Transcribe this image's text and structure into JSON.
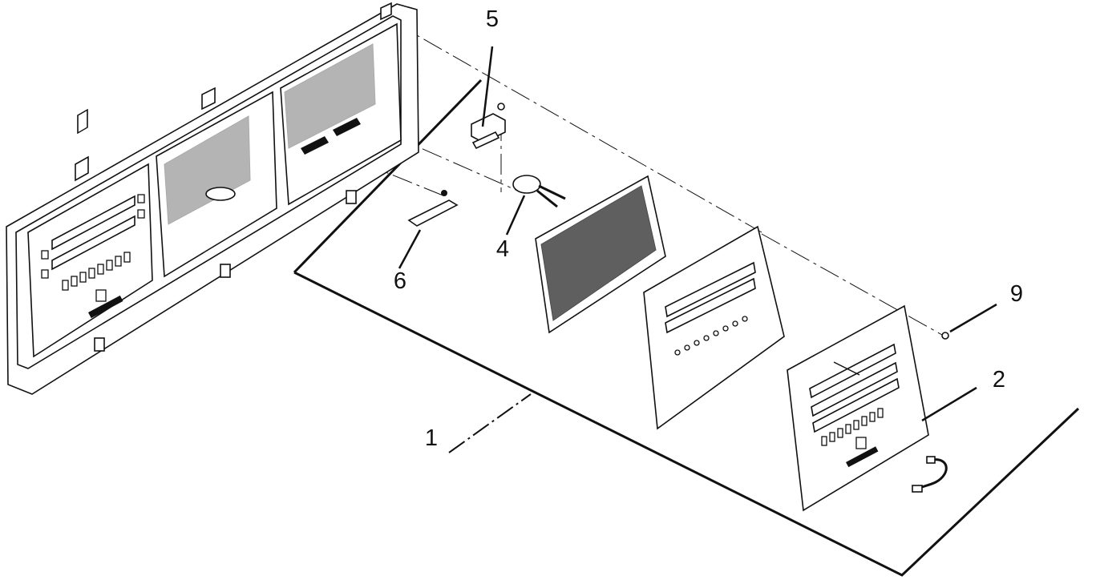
{
  "diagram": {
    "kind": "exploded parts view",
    "callouts": [
      {
        "id": "1",
        "text": "1"
      },
      {
        "id": "2",
        "text": "2"
      },
      {
        "id": "4",
        "text": "4"
      },
      {
        "id": "5",
        "text": "5"
      },
      {
        "id": "6",
        "text": "6"
      },
      {
        "id": "9",
        "text": "9"
      }
    ],
    "parts": [
      {
        "name": "console-housing",
        "icon": "console-housing-icon"
      },
      {
        "name": "bracket",
        "icon": "bracket-icon"
      },
      {
        "name": "buzzer",
        "icon": "buzzer-icon"
      },
      {
        "name": "insulator",
        "icon": "insulator-icon"
      },
      {
        "name": "control-board",
        "icon": "circuit-board-icon"
      },
      {
        "name": "backing-plate",
        "icon": "plate-icon"
      },
      {
        "name": "overlay-panel",
        "icon": "overlay-icon"
      },
      {
        "name": "screw",
        "icon": "screw-icon"
      },
      {
        "name": "wire-harness",
        "icon": "harness-icon"
      }
    ]
  }
}
